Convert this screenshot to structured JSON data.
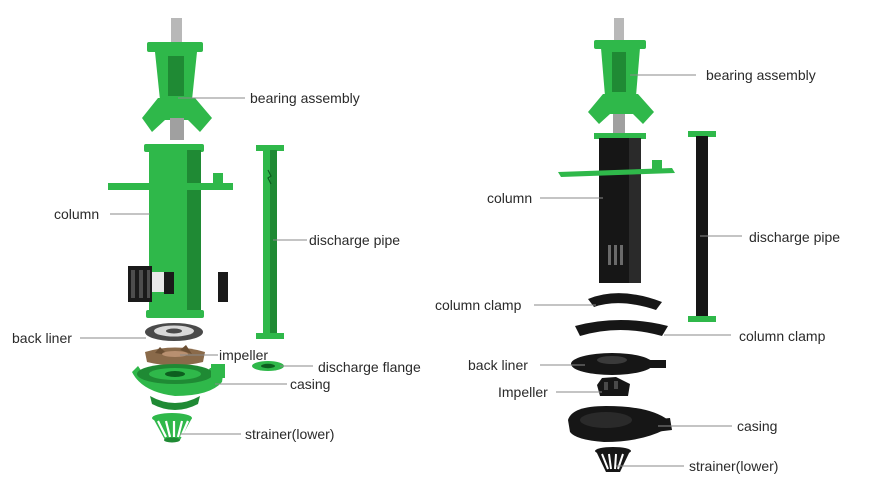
{
  "colors": {
    "green": "#2fb84a",
    "green_dark": "#1f8a34",
    "green_light": "#5fd071",
    "black": "#161616",
    "leader": "#8a8a8a",
    "text": "#2a2a2a"
  },
  "left_diagram": {
    "bearing_assembly": "bearing assembly",
    "column": "column",
    "discharge_pipe": "discharge pipe",
    "back_liner": "back liner",
    "impeller": "impeller",
    "discharge_flange": "discharge flange",
    "casing": "casing",
    "strainer_lower": "strainer(lower)"
  },
  "right_diagram": {
    "bearing_assembly": "bearing assembly",
    "column": "column",
    "discharge_pipe": "discharge pipe",
    "column_clamp_upper": "column clamp",
    "column_clamp_lower": "column clamp",
    "back_liner": "back liner",
    "impeller": "Impeller",
    "casing": "casing",
    "strainer_lower": "strainer(lower)"
  }
}
